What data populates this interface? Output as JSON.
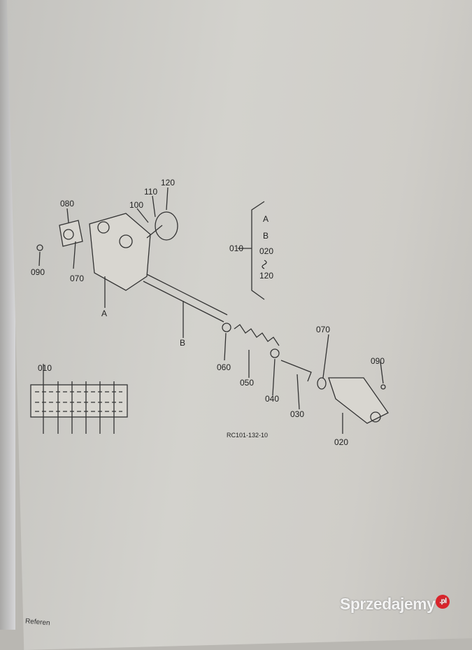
{
  "diagram": {
    "part_labels": [
      "120",
      "110",
      "100",
      "080",
      "090",
      "070",
      "A",
      "B",
      "060",
      "050",
      "040",
      "030",
      "070",
      "090",
      "020",
      "010"
    ],
    "legend": {
      "ref": "010",
      "lines": [
        "A",
        "B",
        "020",
        "120"
      ]
    },
    "figure_code": "RC101-132-10"
  },
  "footer": {
    "reference": "Referen"
  },
  "watermark": {
    "text": "Sprzedajemy",
    "suffix": ".pl"
  }
}
